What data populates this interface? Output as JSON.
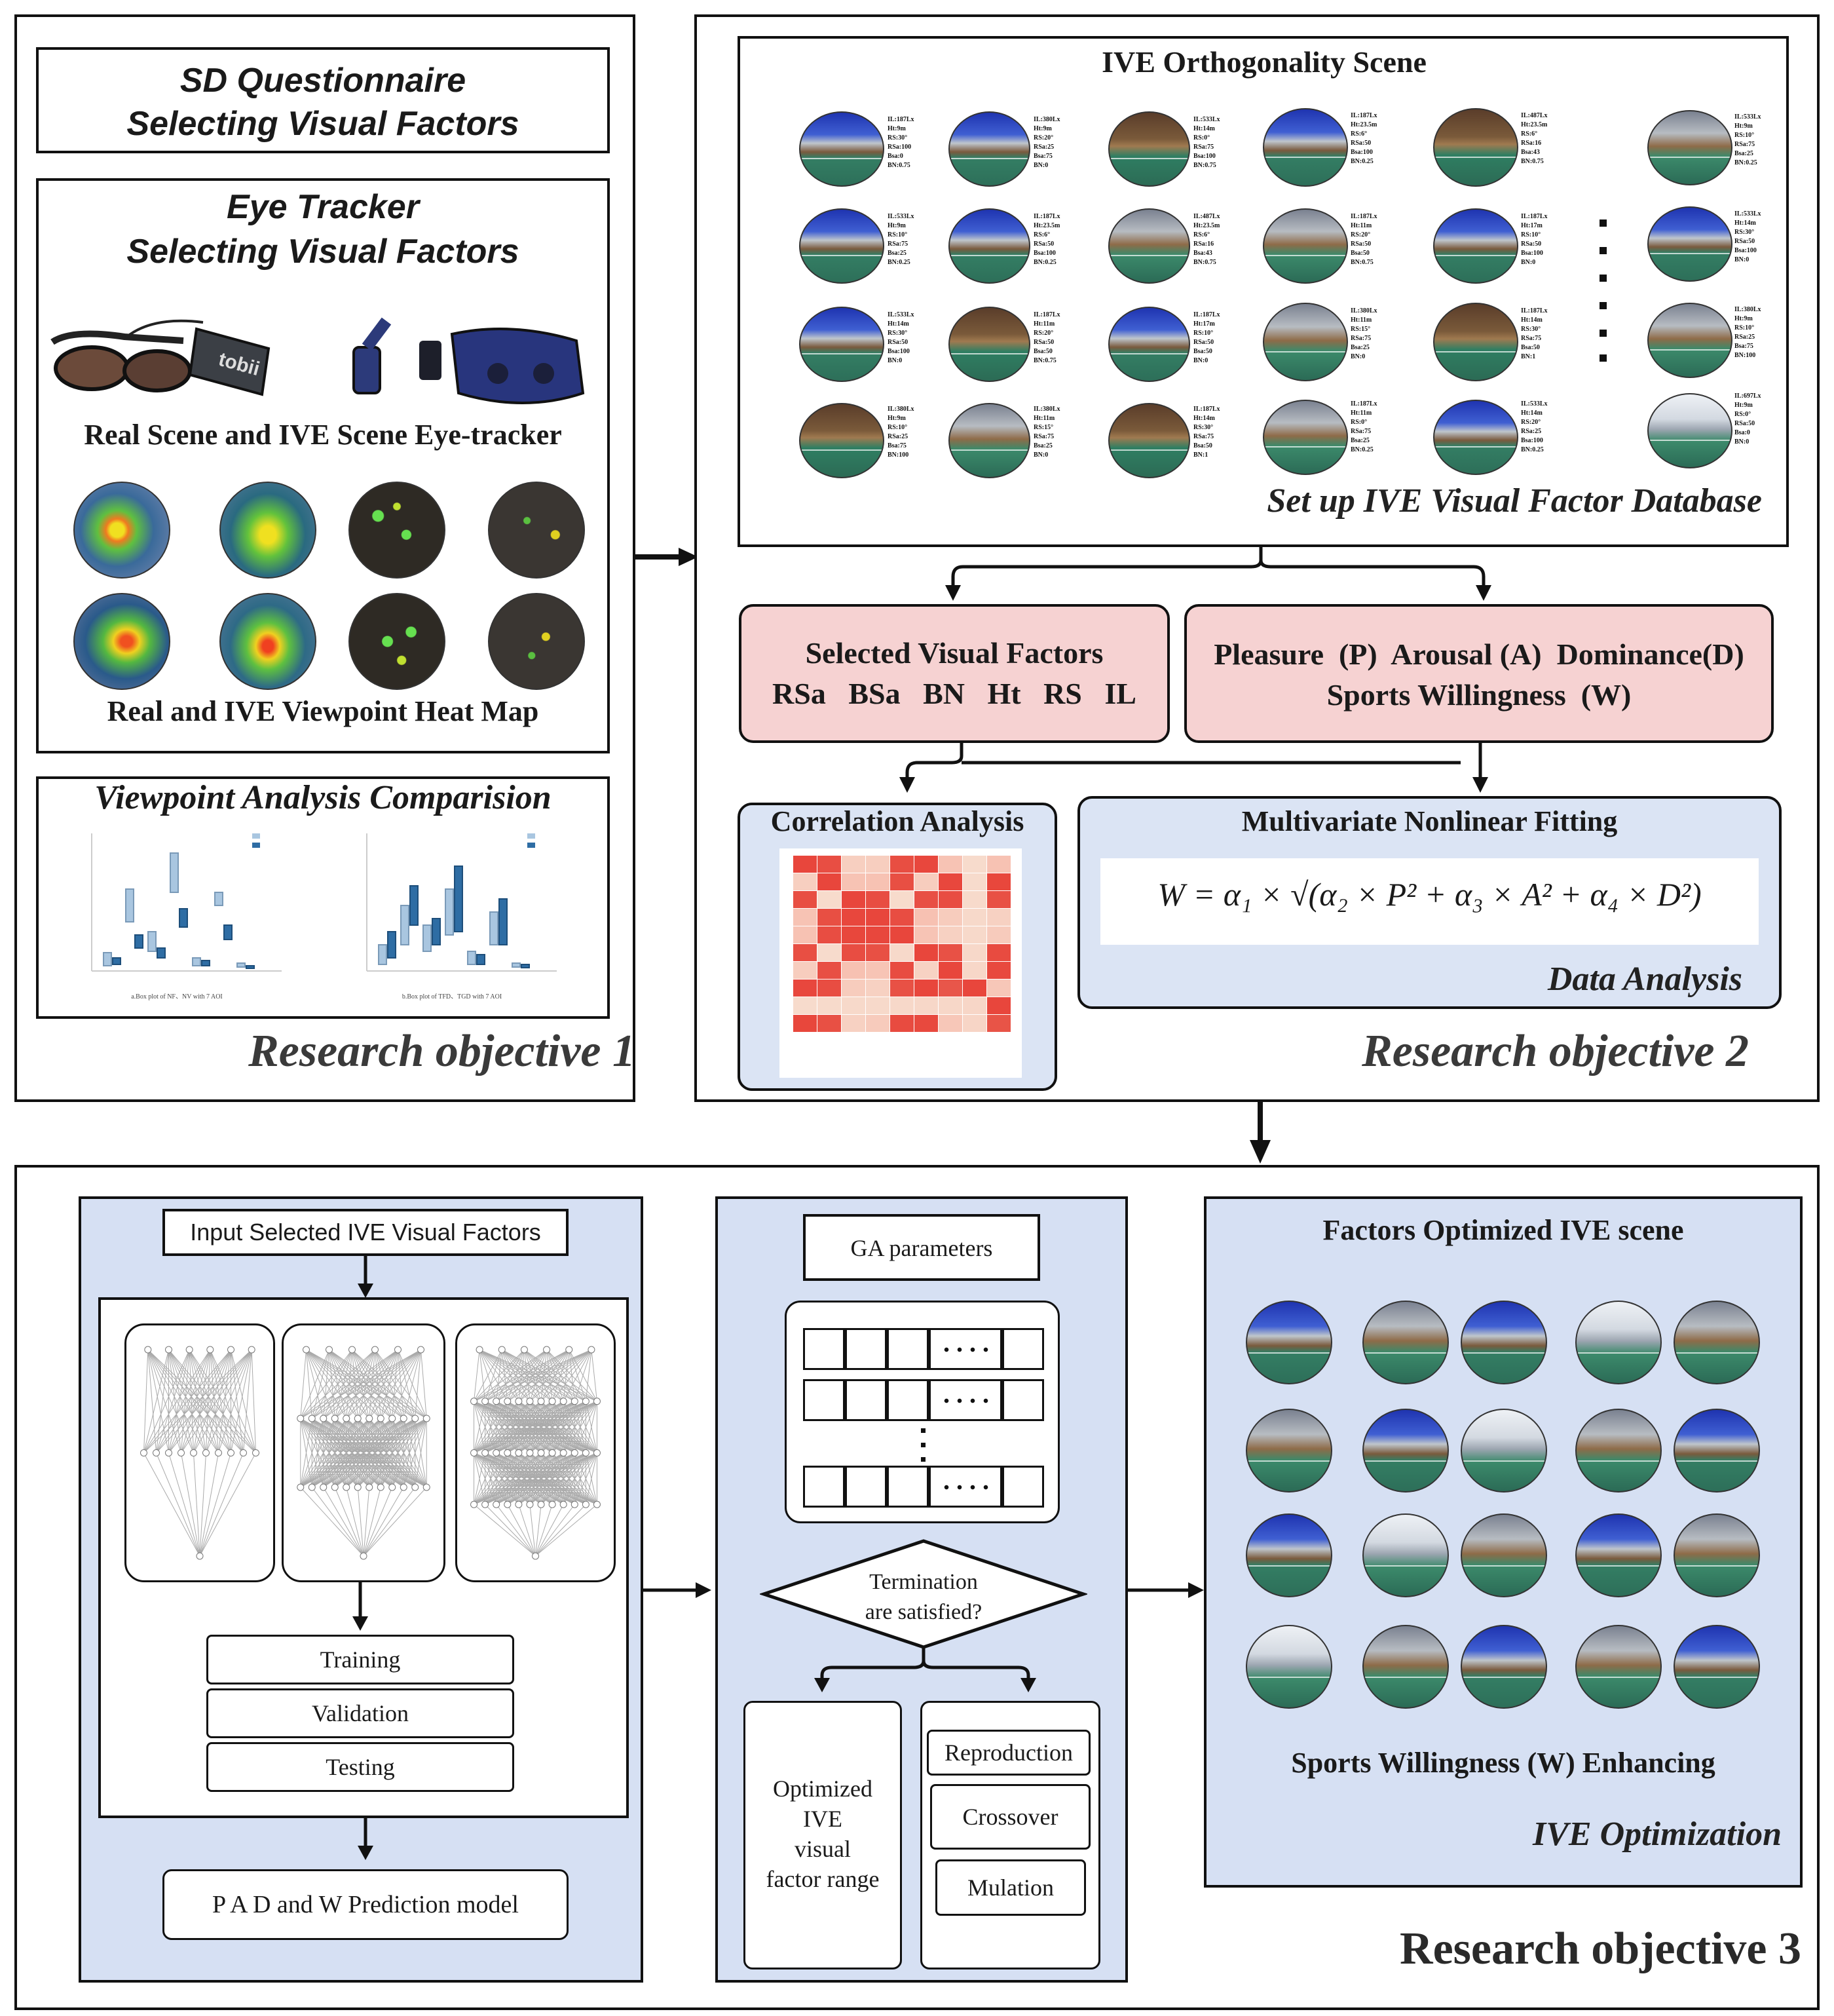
{
  "objective1": {
    "sd_title_line1": "SD Questionnaire",
    "sd_title_line2": "Selecting Visual Factors",
    "eye_title_line1": "Eye Tracker",
    "eye_title_line2": "Selecting Visual Factors",
    "device_caption": "Real Scene and IVE Scene Eye-tracker",
    "device_brand": "tobii",
    "heatmap_caption": "Real and IVE Viewpoint Heat Map",
    "viewpoint_title": "Viewpoint Analysis Comparision",
    "plot_a_caption": "a.Box plot of NF、NV with 7 AOI",
    "plot_b_caption": "b.Box plot of TFD、TGD with 7 AOI",
    "label": "Research objective 1"
  },
  "objective2": {
    "scene_title": "IVE  Orthogonality Scene",
    "database_caption": "Set up IVE Visual Factor Database",
    "ellipsis": "⋮",
    "params": [
      [
        "IL:187Lx",
        "Ht:9m",
        "RS:30°",
        "RSa:100",
        "Bsa:0",
        "BN:0.75"
      ],
      [
        "IL:380Lx",
        "Ht:9m",
        "RS:20°",
        "RSa:25",
        "Bsa:75",
        "BN:0"
      ],
      [
        "IL:533Lx",
        "Ht:14m",
        "RS:0°",
        "RSa:75",
        "Bsa:100",
        "BN:0.75"
      ],
      [
        "IL:187Lx",
        "Ht:23.5m",
        "RS:6°",
        "RSa:50",
        "Bsa:100",
        "BN:0.25"
      ],
      [
        "IL:487Lx",
        "Ht:23.5m",
        "RS:6°",
        "RSa:16",
        "Bsa:43",
        "BN:0.75"
      ],
      [
        "IL:533Lx",
        "Ht:9m",
        "RS:10°",
        "RSa:75",
        "Bsa:25",
        "BN:0.25"
      ],
      [
        "IL:533Lx",
        "Ht:9m",
        "RS:10°",
        "RSa:75",
        "Bsa:25",
        "BN:0.25"
      ],
      [
        "IL:187Lx",
        "Ht:23.5m",
        "RS:6°",
        "RSa:50",
        "Bsa:100",
        "BN:0.25"
      ],
      [
        "IL:487Lx",
        "Ht:23.5m",
        "RS:6°",
        "RSa:16",
        "Bsa:43",
        "BN:0.75"
      ],
      [
        "IL:187Lx",
        "Ht:11m",
        "RS:20°",
        "RSa:50",
        "Bsa:50",
        "BN:0.75"
      ],
      [
        "IL:187Lx",
        "Ht:17m",
        "RS:10°",
        "RSa:50",
        "Bsa:100",
        "BN:0"
      ],
      [
        "IL:533Lx",
        "Ht:14m",
        "RS:30°",
        "RSa:50",
        "Bsa:100",
        "BN:0"
      ],
      [
        "IL:533Lx",
        "Ht:14m",
        "RS:30°",
        "RSa:50",
        "Bsa:100",
        "BN:0"
      ],
      [
        "IL:187Lx",
        "Ht:11m",
        "RS:20°",
        "RSa:50",
        "Bsa:50",
        "BN:0.75"
      ],
      [
        "IL:187Lx",
        "Ht:17m",
        "RS:10°",
        "RSa:50",
        "Bsa:50",
        "BN:0"
      ],
      [
        "IL:380Lx",
        "Ht:11m",
        "RS:15°",
        "RSa:75",
        "Bsa:25",
        "BN:0"
      ],
      [
        "IL:187Lx",
        "Ht:14m",
        "RS:30°",
        "RSa:75",
        "Bsa:50",
        "BN:1"
      ],
      [
        "IL:380Lx",
        "Ht:9m",
        "RS:10°",
        "RSa:25",
        "Bsa:75",
        "BN:100"
      ],
      [
        "IL:380Lx",
        "Ht:9m",
        "RS:10°",
        "RSa:25",
        "Bsa:75",
        "BN:100"
      ],
      [
        "IL:380Lx",
        "Ht:11m",
        "RS:15°",
        "RSa:75",
        "Bsa:25",
        "BN:0"
      ],
      [
        "IL:187Lx",
        "Ht:14m",
        "RS:30°",
        "RSa:75",
        "Bsa:50",
        "BN:1"
      ],
      [
        "IL:187Lx",
        "Ht:11m",
        "RS:0°",
        "RSa:75",
        "Bsa:25",
        "BN:0.25"
      ],
      [
        "IL:533Lx",
        "Ht:14m",
        "RS:20°",
        "RSa:25",
        "Bsa:100",
        "BN:0.25"
      ],
      [
        "IL:697Lx",
        "Ht:9m",
        "RS:0°",
        "RSa:50",
        "Bsa:0",
        "BN:0"
      ]
    ],
    "selected_title": "Selected  Visual Factors",
    "selected_factors": "RSa   BSa   BN   Ht   RS   IL",
    "pad_line1": "Pleasure  (P)  Arousal (A)  Dominance(D)",
    "pad_line2": "Sports Willingness  (W)",
    "correlation_title": "Correlation Analysis",
    "fitting_title": "Multivariate Nonlinear Fitting",
    "formula": "W = α₁ × √(α₂ × P² + α₃ × A² + α₄ × D²)",
    "data_analysis": "Data Analysis",
    "label": "Research objective 2"
  },
  "objective3": {
    "input_label": "Input Selected IVE Visual Factors",
    "training": "Training",
    "validation": "Validation",
    "testing": "Testing",
    "prediction_model": "P A D and W Prediction model",
    "ga_parameters": "GA parameters",
    "termination_line1": "Termination",
    "termination_line2": "are satisfied?",
    "optimized_line1": "Optimized",
    "optimized_line2": "IVE",
    "optimized_line3": "visual",
    "optimized_line4": "factor range",
    "reproduction": "Reproduction",
    "crossover": "Crossover",
    "mulation": "Mulation",
    "factors_optimized_title": "Factors Optimized IVE scene",
    "enhancing": "Sports Willingness (W) Enhancing",
    "ive_optimization": "IVE Optimization",
    "label": "Research objective 3"
  },
  "colors": {
    "pink": "#f6d2d2",
    "light_blue": "#dbe4f4",
    "panel_blue": "#d6e0f3"
  }
}
